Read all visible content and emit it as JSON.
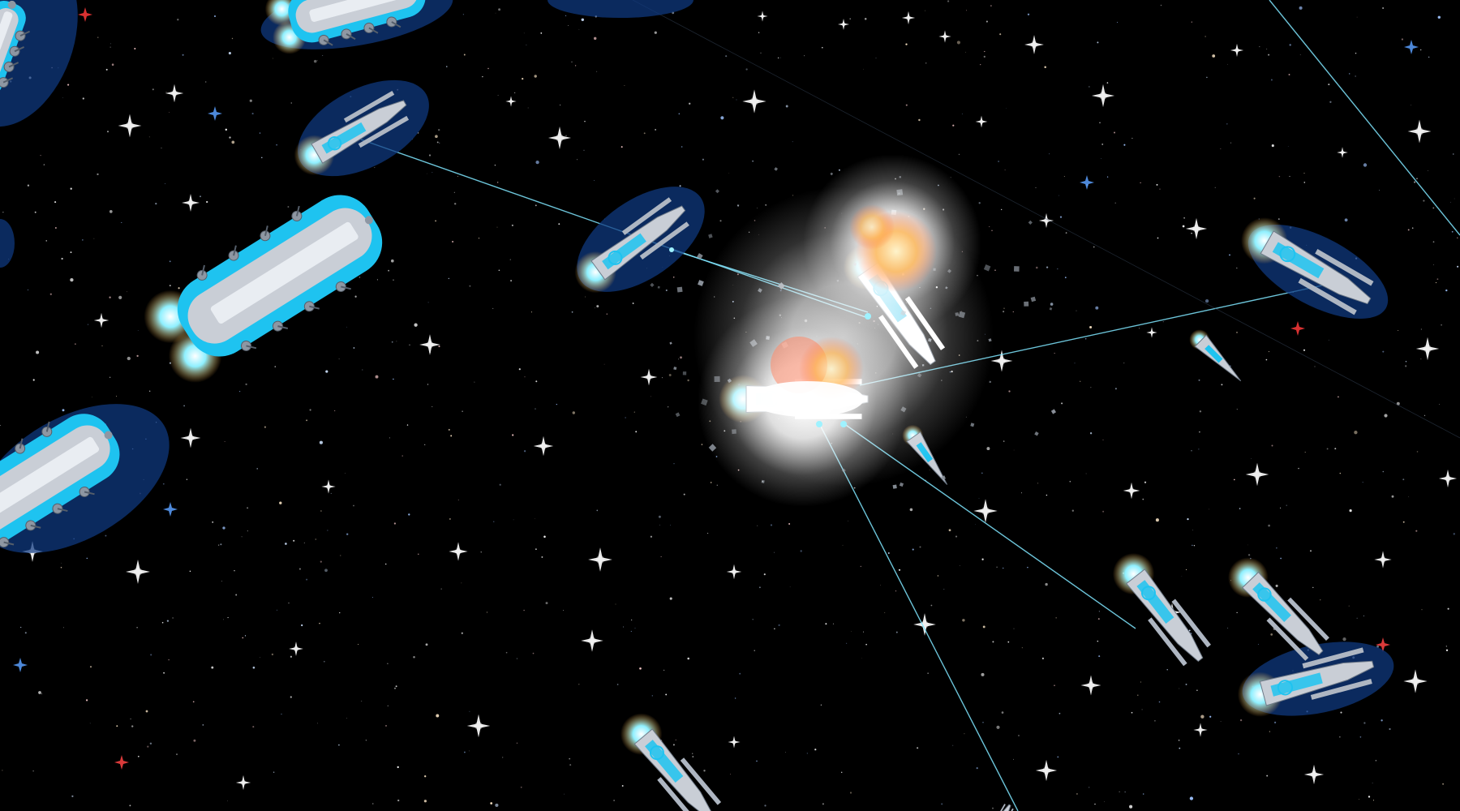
{
  "game": {
    "view": "space-battle",
    "background_color": "#000000",
    "colors": {
      "hull": "#c9ced6",
      "hull_accent": "#1ec3f0",
      "shield": "#0f3a82",
      "laser": "#7fe6ff",
      "engine_glow": "#ffd27a",
      "explosion": "#ffffff",
      "fire": "#ff9a3c"
    },
    "ships": [
      {
        "class": "carrier",
        "shielded": true
      },
      {
        "class": "frigate",
        "shielded": true
      },
      {
        "class": "cruiser",
        "shielded": false
      },
      {
        "class": "frigate",
        "shielded": true
      },
      {
        "class": "carrier",
        "shielded": true
      },
      {
        "class": "frigate",
        "shielded": false
      },
      {
        "class": "frigate",
        "shielded": false
      },
      {
        "class": "fighter",
        "shielded": false
      },
      {
        "class": "frigate",
        "shielded": true
      },
      {
        "class": "fighter",
        "shielded": false
      },
      {
        "class": "frigate",
        "shielded": false
      },
      {
        "class": "frigate",
        "shielded": false
      },
      {
        "class": "frigate",
        "shielded": true
      },
      {
        "class": "frigate",
        "shielded": false
      }
    ],
    "explosions": 2,
    "laser_beams": 6
  }
}
